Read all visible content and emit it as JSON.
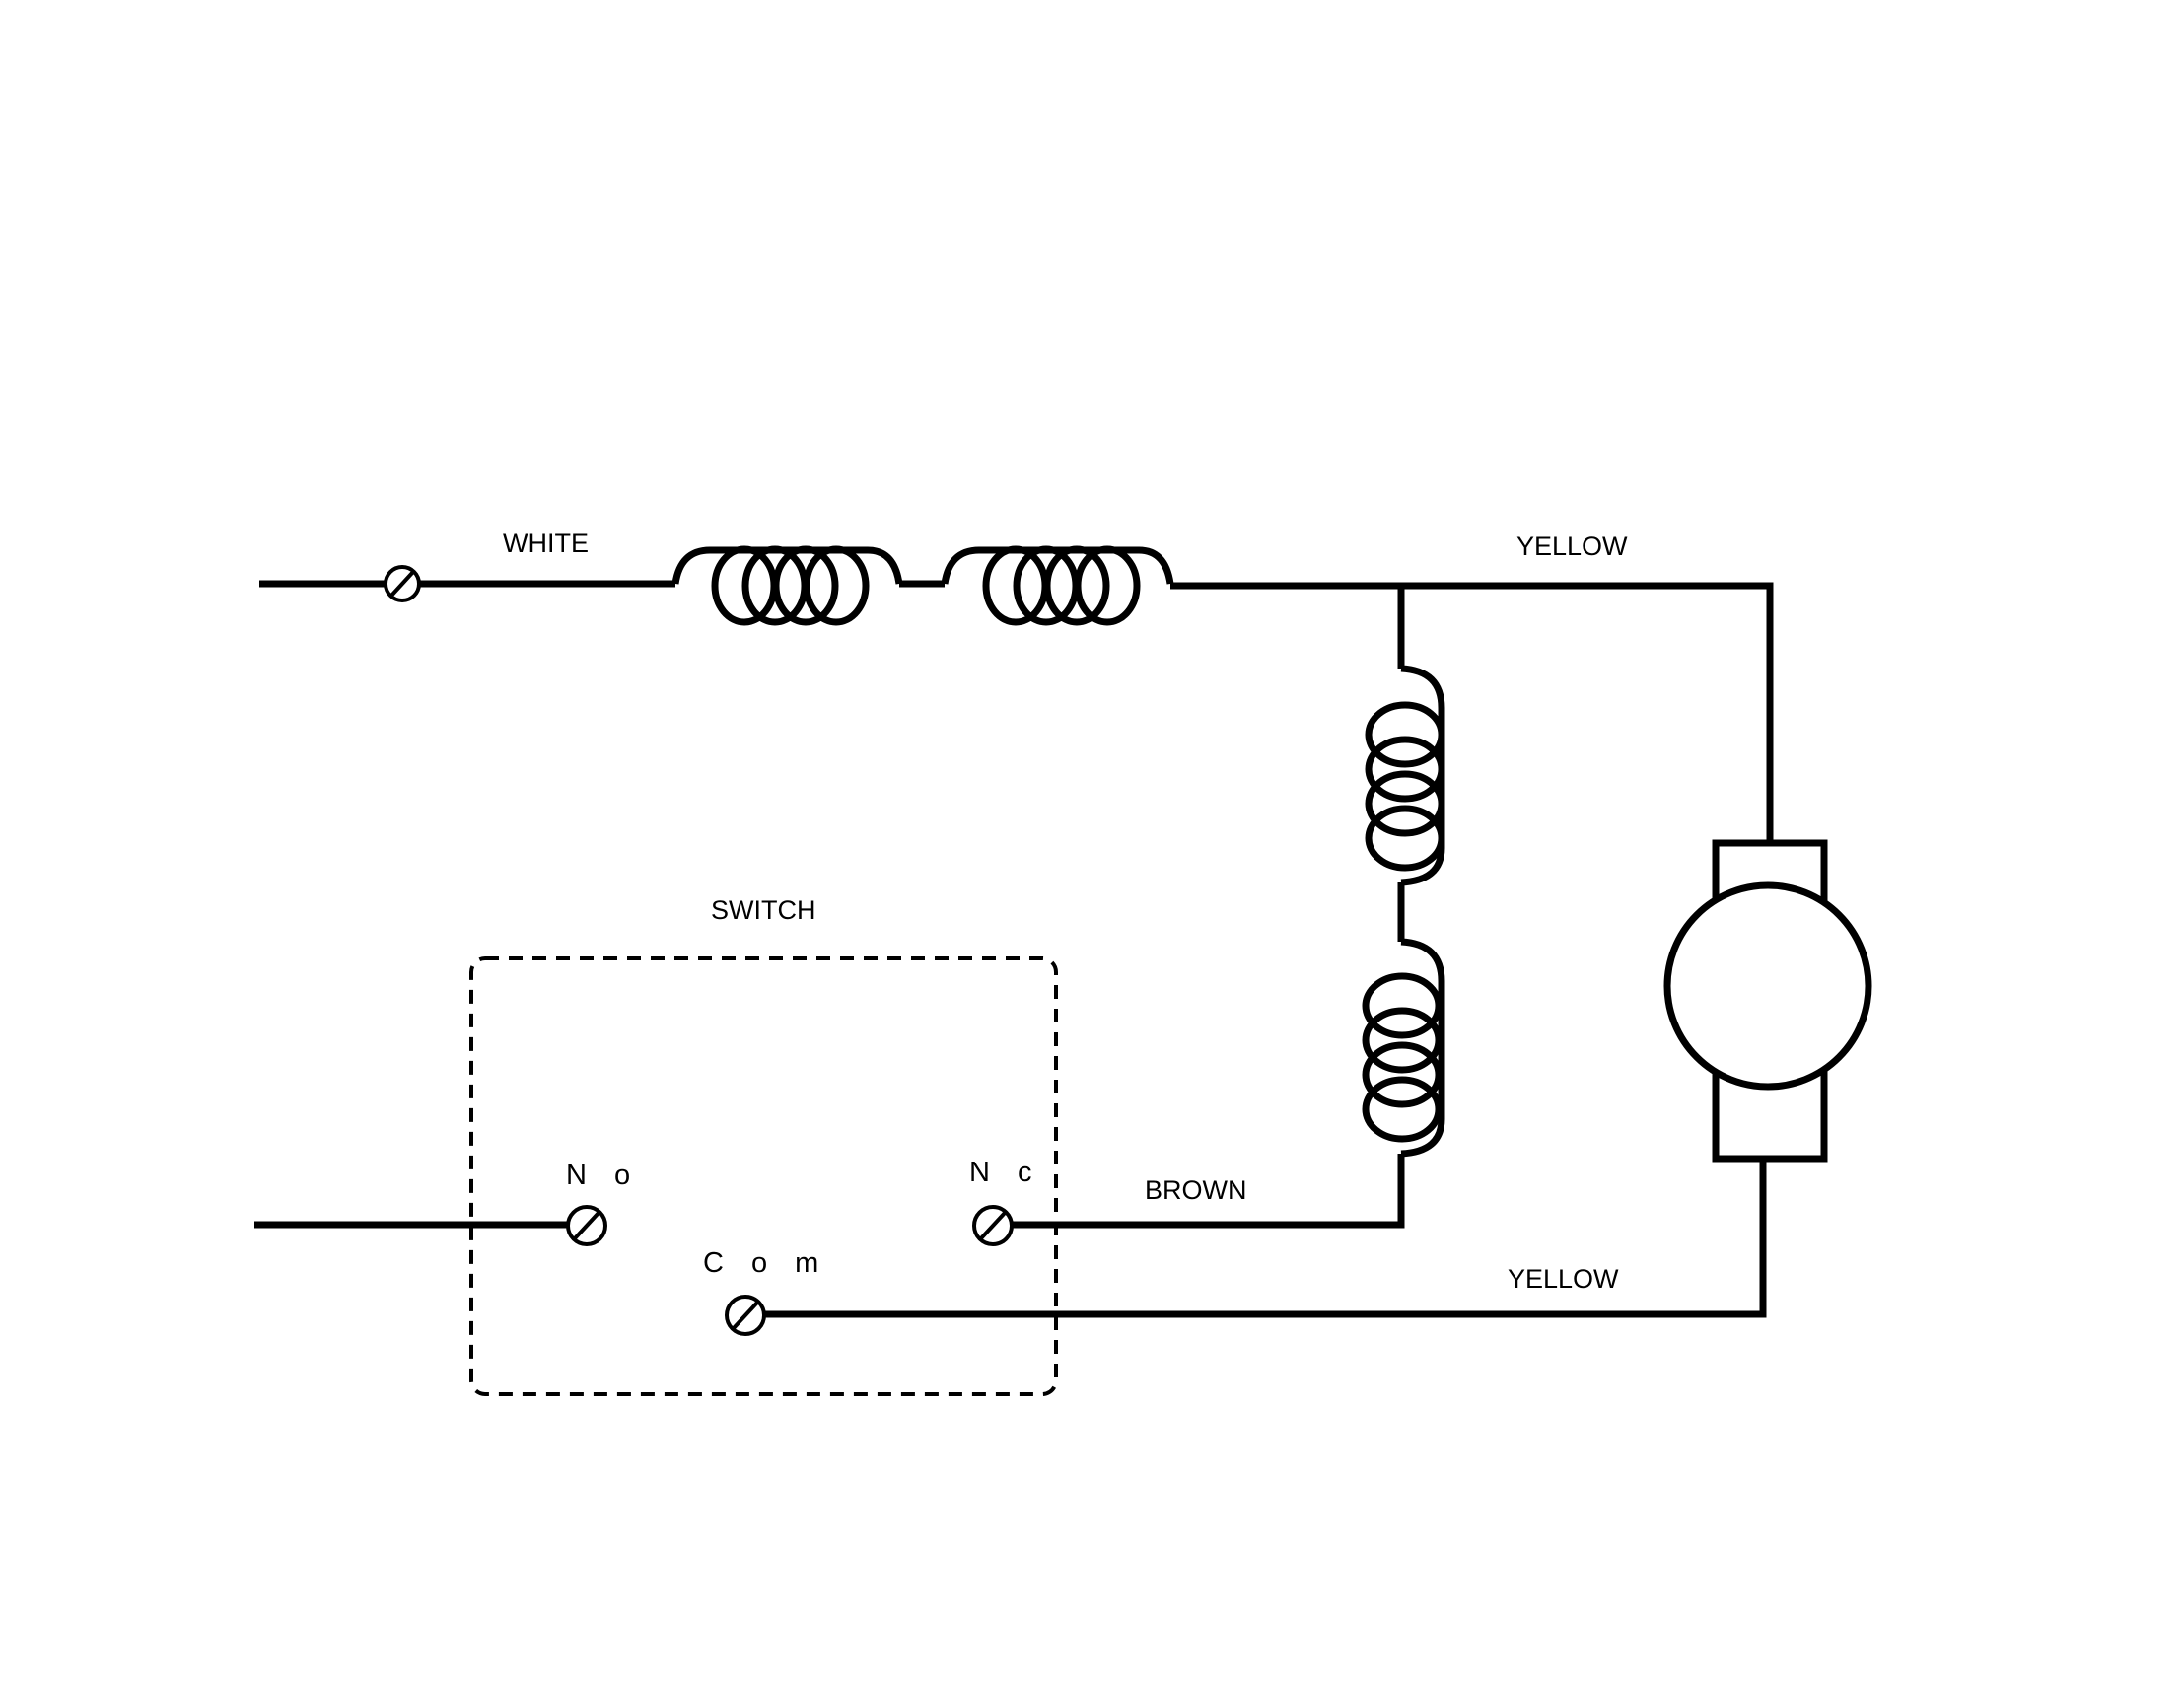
{
  "labels": {
    "white": "WHITE",
    "yellow_top": "YELLOW",
    "yellow_bottom": "YELLOW",
    "brown": "BROWN",
    "switch": "SWITCH",
    "no": "N o",
    "nc": "N c",
    "com": "C o m"
  }
}
